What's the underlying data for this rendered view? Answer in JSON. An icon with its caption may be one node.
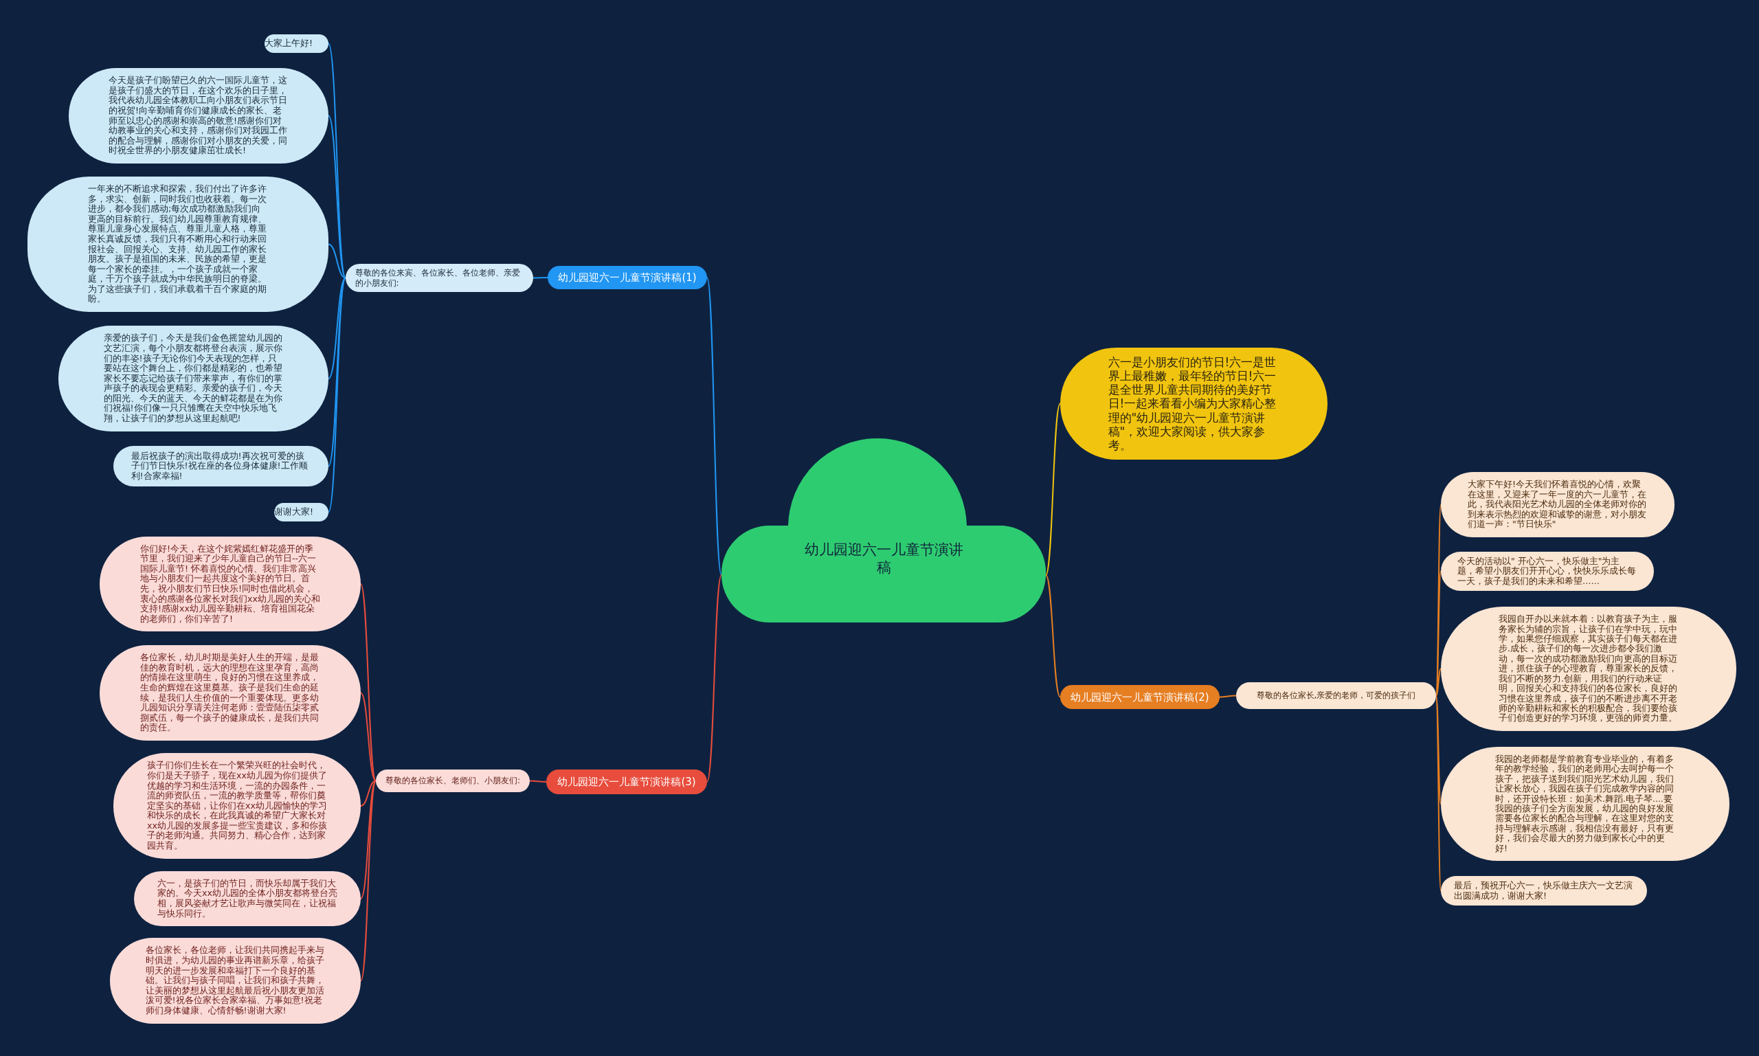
{
  "diagram": {
    "nodes": [
      {
        "text": [
          "幼儿园迎六一儿童节演讲稿"
        ]
      },
      {
        "text": [
          "幼儿园迎六一儿童节演讲稿(1)"
        ]
      },
      {
        "text": [
          "尊敬的各位来宾、各位家长、各位老师、亲爱的小朋友们:"
        ]
      },
      {
        "text": [
          "大家上午好!"
        ]
      },
      {
        "text": [
          "今天是孩子们盼望已久的六一国际儿童节，这是孩子们盛大的节日，在这个欢乐的日子里，我代表幼儿园全体教职工向小朋友们表示节日的祝贺!向辛勤哺育你们健康成长的家长、老师至以忠心的感谢和崇高的敬意!感谢你们对幼教事业的关心和支持，感谢你们对我园工作的配合与理解，感谢你们对小朋友的关爱，同时祝全世界的小朋友健康茁壮成长!"
        ]
      },
      {
        "text": [
          "一年来的不断追求和探索，我们付出了许多许多，求实、创新，同时我们也收获着。每一次进步，都令我们感动;每次成功都激励我们向更高的目标前行。我们幼儿园尊重教育规律、尊重儿童身心发展特点、尊重儿童人格，尊重家长真诚反馈，我们只有不断用心和行动来回报社会、回报关心、支持、幼儿园工作的家长朋友。孩子是祖国的未来、民族的希望，更是每一个家长的牵挂。，一个孩子成就一个家庭，千万个孩子就成为中华民族明日的脊梁。为了这些孩子们，我们承载着千百个家庭的期盼。"
        ]
      },
      {
        "text": [
          "亲爱的孩子们，今天是我们金色摇篮幼儿园的文艺汇演，每个小朋友都将登台表演，展示你们的丰姿!孩子无论你们今天表现的怎样，只要站在这个舞台上，你们都是精彩的，也希望家长不要忘记给孩子们带来掌声，有你们的掌声孩子的表现会更精彩。亲爱的孩子们，今天的阳光、今天的蓝天、今天的鲜花都是在为你们祝福!你们像一只只雏鹰在天空中快乐地飞翔，让孩子们的梦想从这里起航吧!"
        ]
      },
      {
        "text": [
          "最后祝孩子的演出取得成功!再次祝可爱的孩子们节日快乐!祝在座的各位身体健康!工作顺利!合家幸福!"
        ]
      },
      {
        "text": [
          "谢谢大家!"
        ]
      },
      {
        "text": [
          "六一是小朋友们的节日!六一是世界上最稚嫩，最年轻的节日!六一是全世界儿童共同期待的美好节日!一起来看看小编为大家精心整理的\"幼儿园迎六一儿童节演讲稿\"，欢迎大家阅读，供大家参考。"
        ]
      },
      {
        "text": [
          "幼儿园迎六一儿童节演讲稿(2)"
        ]
      },
      {
        "text": [
          "尊敬的各位家长,亲爱的老师，可爱的孩子们"
        ]
      },
      {
        "text": [
          "大家下午好!今天我们怀着喜悦的心情，欢聚在这里，又迎来了一年一度的六一儿童节，在此，我代表阳光艺术幼儿园的全体老师对你的到来表示热烈的欢迎和诚挚的谢意，对小朋友们道一声：\"节日快乐\""
        ]
      },
      {
        "text": [
          "今天的活动以\" 开心六一，快乐做主\"为主题，希望小朋友们开开心心，快快乐乐成长每一天，孩子是我们的未来和希望……"
        ]
      },
      {
        "text": [
          "我园自开办以来就本着：以教育孩子为主，服务家长为辅的宗旨，让孩子们在学中玩，玩中学，如果您仔细观察，其实孩子们每天都在进步.成长，孩子们的每一次进步都令我们激动，每一次的成功都激励我们向更高的目标迈进，抓住孩子的心理教育，尊重家长的反馈，我们不断的努力.创新，用我们的行动来证明，回报关心和支持我们的各位家长，良好的习惯在这里养成，孩子们的不断进步离不开老师的辛勤耕耘和家长的积极配合，我们要给孩子们创造更好的学习环境，更强的师资力量。"
        ]
      },
      {
        "text": [
          "我园的老师都是学前教育专业毕业的，有着多年的教学经验，我们的老师用心去呵护每一个孩子，把孩子送到我们阳光艺术幼儿园，我们让家长放心，我园在孩子们完成教学内容的同时，还开设特长班：如美术.舞蹈.电子琴....要我园的孩子们全方面发展，幼儿园的良好发展需要各位家长的配合与理解，在这里对您的支持与理解表示感谢，我相信没有最好，只有更好，我们会尽最大的努力做到家长心中的更好!"
        ]
      },
      {
        "text": [
          "最后，预祝开心六一，快乐做主庆六一文艺演出圆满成功，谢谢大家!"
        ]
      },
      {
        "text": [
          "幼儿园迎六一儿童节演讲稿(3)"
        ]
      },
      {
        "text": [
          "尊敬的各位家长、老师们、小朋友们:"
        ]
      },
      {
        "text": [
          "你们好!今天，在这个姹紫嫣红鲜花盛开的季节里，我们迎来了少年儿童自己的节日--六一国际儿童节! 怀着喜悦的心情、我们非常高兴地与小朋友们一起共度这个美好的节日。首先，祝小朋友们节日快乐!同时也借此机会，衷心的感谢各位家长对我们xx幼儿园的关心和支持!感谢xx幼儿园辛勤耕耘、培育祖国花朵的老师们，你们辛苦了!"
        ]
      },
      {
        "text": [
          "各位家长，幼儿时期是美好人生的开端，是最佳的教育时机，远大的理想在这里孕育，高尚的情操在这里萌生，良好的习惯在这里养成，生命的辉煌在这里奠基。孩子是我们生命的延续，是我们人生价值的一个重要体现。更多幼儿园知识分享请关注何老师：壹壹陆伍柒零贰捌贰伍，每一个孩子的健康成长，是我们共同的责任。"
        ]
      },
      {
        "text": [
          "孩子们你们生长在一个繁荣兴旺的社会时代，你们是天子骄子，现在xx幼儿园为你们提供了优越的学习和生活环境，一流的办园条件，一流的师资队伍，一流的教学质量等，帮你们奠定坚实的基础，让你们在xx幼儿园愉快的学习和快乐的成长，在此我真诚的希望广大家长对xx幼儿园的发展多提一些宝贵建议，多和你孩子的老师沟通。共同努力、精心合作，达到家园共育。"
        ]
      },
      {
        "text": [
          "六一，是孩子们的节日，而快乐却属于我们大家的。今天xx幼儿园的全体小朋友都将登台亮相，展风姿献才艺让歌声与微笑同在，让祝福与快乐同行。"
        ]
      },
      {
        "text": [
          "各位家长，各位老师，让我们共同携起手来与时俱进，为幼儿园的事业再谱新乐章，给孩子明天的进一步发展和幸福打下一个良好的基础。让我们与孩子同唱，让我们和孩子共舞，让美丽的梦想从这里起航最后祝小朋友更加活泼可爱!祝各位家长合家幸福、万事如意!祝老师们身体健康、心情舒畅!谢谢大家!"
        ]
      }
    ],
    "edges": [
      {
        "from": 0,
        "to": 1,
        "arrow": "none",
        "color": "#2196f3"
      },
      {
        "from": 1,
        "to": 2,
        "arrow": "none",
        "color": "#2196f3"
      },
      {
        "from": 2,
        "to": 3,
        "arrow": "none",
        "color": "#2196f3"
      },
      {
        "from": 2,
        "to": 4,
        "arrow": "none",
        "color": "#2196f3"
      },
      {
        "from": 2,
        "to": 5,
        "arrow": "none",
        "color": "#2196f3"
      },
      {
        "from": 2,
        "to": 6,
        "arrow": "none",
        "color": "#2196f3"
      },
      {
        "from": 2,
        "to": 7,
        "arrow": "none",
        "color": "#2196f3"
      },
      {
        "from": 2,
        "to": 8,
        "arrow": "none",
        "color": "#2196f3"
      },
      {
        "from": 0,
        "to": 9,
        "arrow": "none",
        "color": "#f1c40f"
      },
      {
        "from": 0,
        "to": 10,
        "arrow": "none",
        "color": "#e67e22"
      },
      {
        "from": 10,
        "to": 11,
        "arrow": "none",
        "color": "#e67e22"
      },
      {
        "from": 11,
        "to": 12,
        "arrow": "none",
        "color": "#e67e22"
      },
      {
        "from": 11,
        "to": 13,
        "arrow": "none",
        "color": "#e67e22"
      },
      {
        "from": 11,
        "to": 14,
        "arrow": "none",
        "color": "#e67e22"
      },
      {
        "from": 11,
        "to": 15,
        "arrow": "none",
        "color": "#e67e22"
      },
      {
        "from": 11,
        "to": 16,
        "arrow": "none",
        "color": "#e67e22"
      },
      {
        "from": 0,
        "to": 17,
        "arrow": "none",
        "color": "#e74c3c"
      },
      {
        "from": 17,
        "to": 18,
        "arrow": "none",
        "color": "#e74c3c"
      },
      {
        "from": 18,
        "to": 19,
        "arrow": "none",
        "color": "#e74c3c"
      },
      {
        "from": 18,
        "to": 20,
        "arrow": "none",
        "color": "#e74c3c"
      },
      {
        "from": 18,
        "to": 21,
        "arrow": "none",
        "color": "#e74c3c"
      },
      {
        "from": 18,
        "to": 22,
        "arrow": "none",
        "color": "#e74c3c"
      },
      {
        "from": 18,
        "to": 23,
        "arrow": "none",
        "color": "#e74c3c"
      }
    ]
  }
}
